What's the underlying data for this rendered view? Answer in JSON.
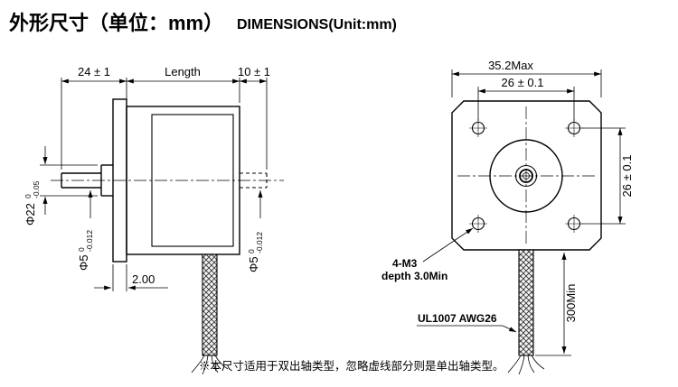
{
  "title": {
    "cn": "外形尺寸（单位：mm）",
    "en": "DIMENSIONS(Unit:mm)"
  },
  "side_view": {
    "dim_shaft_front_length": "24 ± 1",
    "dim_body_length": "Length",
    "dim_shaft_rear_length": "10 ± 1",
    "phi22": {
      "main": "Φ22",
      "sup": "0",
      "sub": "-0.05"
    },
    "phi5_front": {
      "main": "Φ5",
      "sup": "0",
      "sub": "-0.012"
    },
    "phi5_rear": {
      "main": "Φ5",
      "sup": "0",
      "sub": "-0.012"
    },
    "dim_flange_thickness": "2.00"
  },
  "front_view": {
    "dim_overall": "35.2Max",
    "dim_hole_spacing_h": "26 ± 0.1",
    "dim_hole_spacing_v": "26 ± 0.1",
    "label_holes_line1": "4-M3",
    "label_holes_line2": "depth 3.0Min",
    "label_cable": "UL1007 AWG26",
    "dim_cable_length": "300Min"
  },
  "note": "※本尺寸适用于双出轴类型，忽略虚线部分则是单出轴类型。"
}
